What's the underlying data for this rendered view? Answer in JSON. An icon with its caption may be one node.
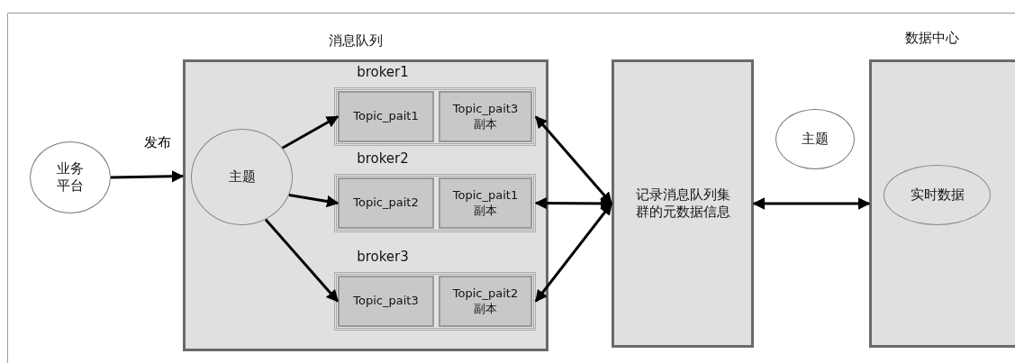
{
  "diagram": {
    "nodes": [
      {
        "text": [
          "业务平台"
        ]
      },
      {
        "text": [
          "消息队列"
        ]
      },
      {
        "text": [
          "主题"
        ],
        "in": 1
      },
      {
        "text": [
          "broker1"
        ],
        "in": 1
      },
      {
        "text": [
          "Topic_pait1"
        ],
        "in": 3
      },
      {
        "text": [
          "Topic_pait3 副本"
        ],
        "in": 3
      },
      {
        "text": [
          "broker2"
        ],
        "in": 1
      },
      {
        "text": [
          "Topic_pait2"
        ],
        "in": 6
      },
      {
        "text": [
          "Topic_pait1 副本"
        ],
        "in": 6
      },
      {
        "text": [
          "broker3"
        ],
        "in": 1
      },
      {
        "text": [
          "Topic_pait3"
        ],
        "in": 9
      },
      {
        "text": [
          "Topic_pait2 副本"
        ],
        "in": 9
      },
      {
        "text": [
          "记录消息队列集群的元数据信息"
        ]
      },
      {
        "text": [
          "主题"
        ]
      },
      {
        "text": [
          "数据中心"
        ]
      },
      {
        "text": [
          "实时数据"
        ],
        "in": 14
      }
    ],
    "edges": [
      {
        "from": 0,
        "to": 1,
        "arrow": "to",
        "label": "发布"
      },
      {
        "from": 2,
        "to": 4,
        "arrow": "to"
      },
      {
        "from": 2,
        "to": 7,
        "arrow": "to"
      },
      {
        "from": 2,
        "to": 10,
        "arrow": "to"
      },
      {
        "from": 12,
        "to": 3,
        "arrow": "both"
      },
      {
        "from": 12,
        "to": 6,
        "arrow": "both"
      },
      {
        "from": 12,
        "to": 9,
        "arrow": "both"
      },
      {
        "from": 12,
        "to": 14,
        "arrow": "both"
      }
    ]
  }
}
